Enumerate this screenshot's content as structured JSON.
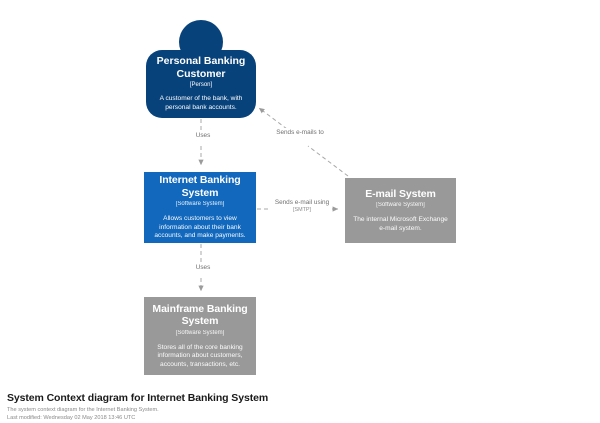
{
  "diagram": {
    "background": "#ffffff",
    "person_color": "#08427b",
    "system_color": "#1168bd",
    "external_color": "#999999",
    "edge_color": "#a0a0a0",
    "nodes": {
      "person": {
        "name": "Personal Banking Customer",
        "type": "[Person]",
        "description": "A customer of the bank, with personal bank accounts."
      },
      "internet_banking": {
        "name": "Internet Banking System",
        "type": "[Software System]",
        "description": "Allows customers to view information about their bank accounts, and make payments."
      },
      "email": {
        "name": "E-mail System",
        "type": "[Software System]",
        "description": "The internal Microsoft Exchange e-mail system."
      },
      "mainframe": {
        "name": "Mainframe Banking System",
        "type": "[Software System]",
        "description": "Stores all of the core banking information about customers, accounts, transactions, etc."
      }
    },
    "edges": {
      "person_uses_internet_banking": {
        "label": "Uses"
      },
      "email_sends_to_person": {
        "label": "Sends e-mails to"
      },
      "internet_banking_sends_email": {
        "label": "Sends e-mail using",
        "technology": "[SMTP]"
      },
      "internet_banking_uses_mainframe": {
        "label": "Uses"
      }
    }
  },
  "footer": {
    "title": "System Context diagram for Internet Banking System",
    "description": "The system context diagram for the Internet Banking System.",
    "last_modified": "Last modified: Wednesday 02 May 2018 13:46 UTC"
  }
}
